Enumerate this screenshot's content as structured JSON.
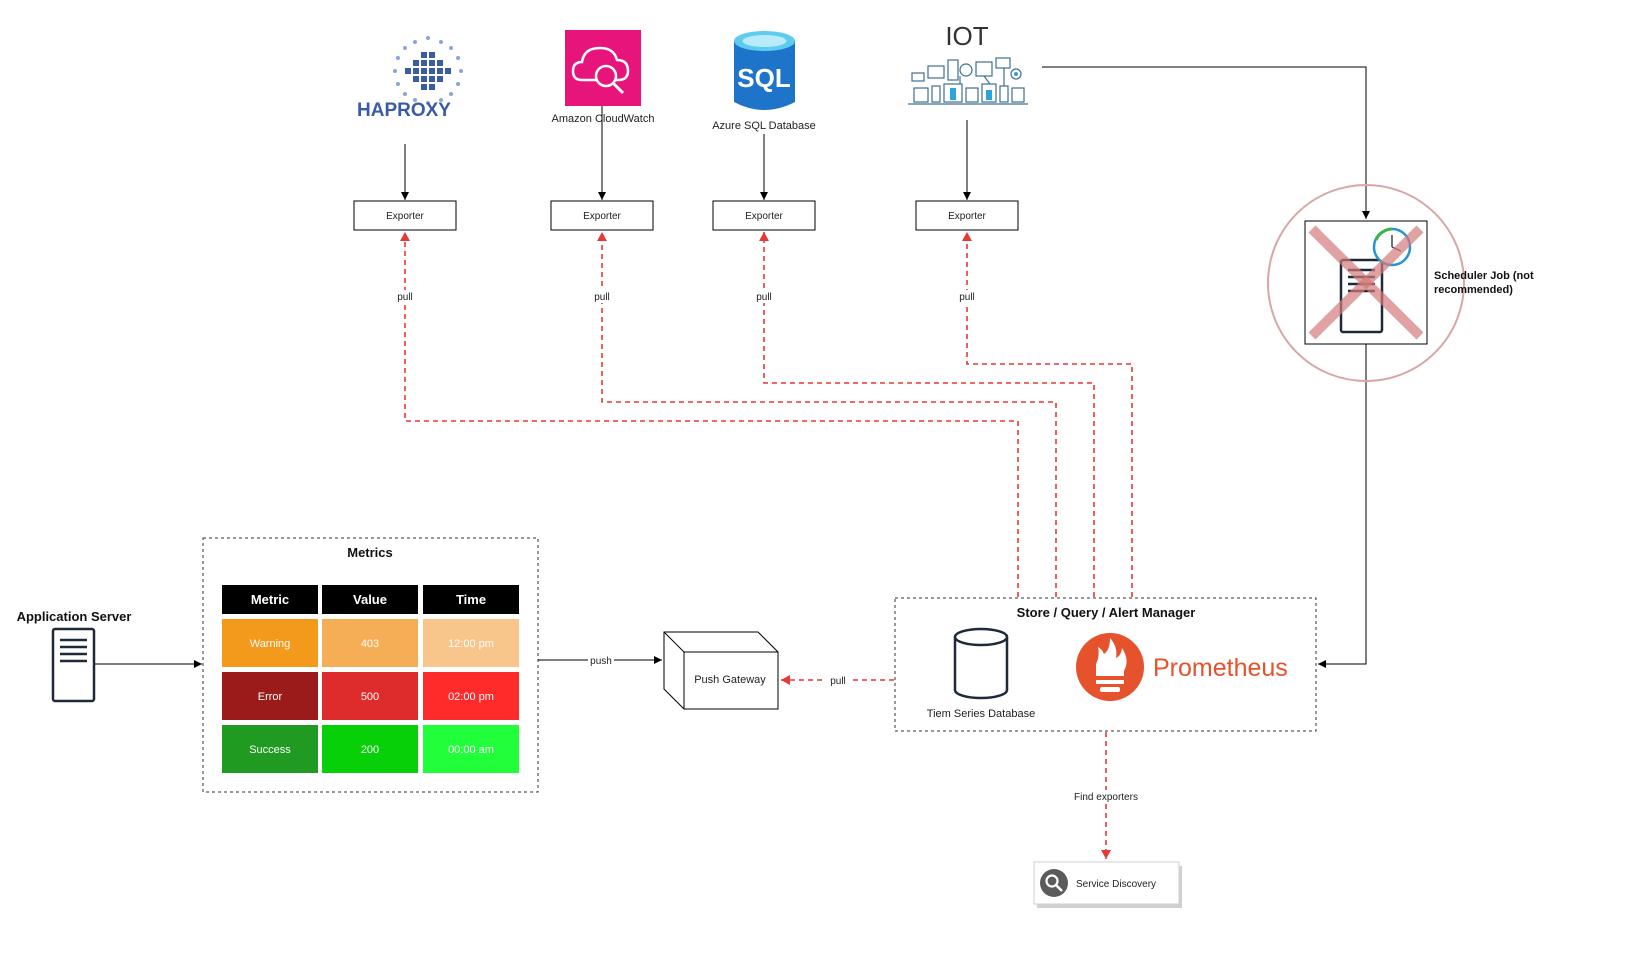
{
  "sources": {
    "haproxy": {
      "wordmark": "HAPROXY"
    },
    "cloudwatch": {
      "caption": "Amazon CloudWatch"
    },
    "sql": {
      "icon_text": "SQL",
      "caption": "Azure SQL Database"
    },
    "iot": {
      "title": "IOT"
    }
  },
  "exporters": [
    "Exporter",
    "Exporter",
    "Exporter",
    "Exporter"
  ],
  "pull_labels": [
    "pull",
    "pull",
    "pull",
    "pull"
  ],
  "scheduler": {
    "label_line1": "Scheduler Job (not",
    "label_line2": "recommended)"
  },
  "app_server": {
    "label": "Application Server"
  },
  "metrics": {
    "title": "Metrics",
    "headers": [
      "Metric",
      "Value",
      "Time"
    ],
    "rows": [
      {
        "cells": [
          "Warning",
          "403",
          "12:00 pm"
        ],
        "colors": [
          "#f39a1c",
          "#f5ae55",
          "#f8c58a"
        ]
      },
      {
        "cells": [
          "Error",
          "500",
          "02:00 pm"
        ],
        "colors": [
          "#9b1b1b",
          "#de2b2b",
          "#ff2b2b"
        ]
      },
      {
        "cells": [
          "Success",
          "200",
          "00:00 am"
        ],
        "colors": [
          "#219a21",
          "#08d008",
          "#20ff3a"
        ]
      }
    ]
  },
  "edges": {
    "push": "push",
    "pull_gateway": "pull",
    "find_exporters": "Find exporters"
  },
  "push_gateway": {
    "label": "Push Gateway"
  },
  "store": {
    "title": "Store / Query / Alert Manager",
    "tsdb_label": "Tiem Series Database",
    "prometheus_label": "Prometheus"
  },
  "service_discovery": {
    "label": "Service Discovery"
  },
  "colors": {
    "prometheus": "#e6522c",
    "pull_dashed": "#e53935",
    "cloudwatch": "#e7157b",
    "sql_blue": "#1e74c8"
  }
}
